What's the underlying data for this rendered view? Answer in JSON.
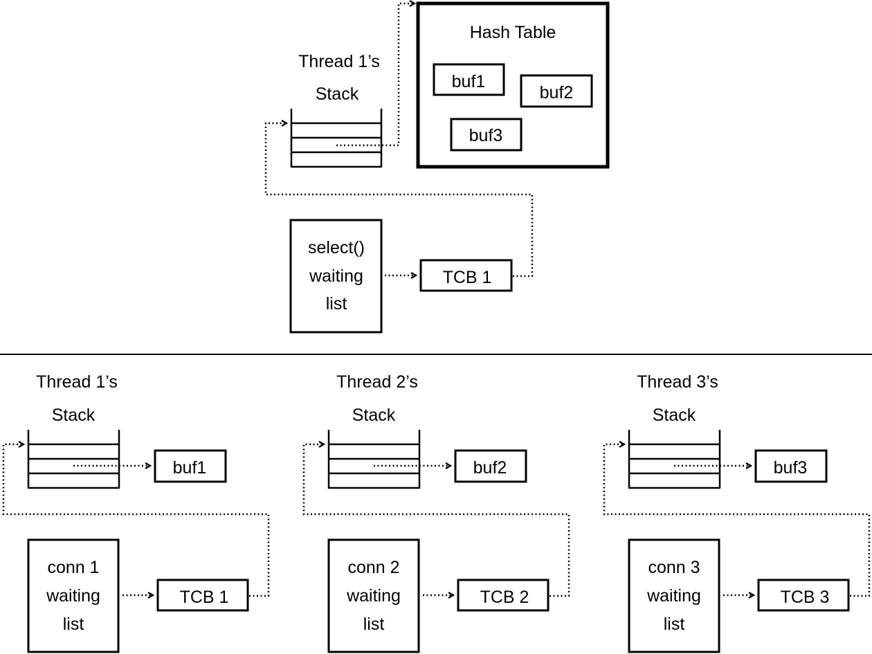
{
  "top": {
    "hash_table": {
      "title": "Hash Table",
      "buffers": [
        "buf1",
        "buf2",
        "buf3"
      ]
    },
    "stack": {
      "label_line1": "Thread 1’s",
      "label_line2": "Stack"
    },
    "waiting_list": [
      "select()",
      "waiting",
      "list"
    ],
    "tcb": "TCB 1"
  },
  "bottom": [
    {
      "stack_label_line1": "Thread 1’s",
      "stack_label_line2": "Stack",
      "buffer": "buf1",
      "waiting_list": [
        "conn 1",
        "waiting",
        "list"
      ],
      "tcb": "TCB 1"
    },
    {
      "stack_label_line1": "Thread 2’s",
      "stack_label_line2": "Stack",
      "buffer": "buf2",
      "waiting_list": [
        "conn 2",
        "waiting",
        "list"
      ],
      "tcb": "TCB 2"
    },
    {
      "stack_label_line1": "Thread 3’s",
      "stack_label_line2": "Stack",
      "buffer": "buf3",
      "waiting_list": [
        "conn 3",
        "waiting",
        "list"
      ],
      "tcb": "TCB 3"
    }
  ]
}
